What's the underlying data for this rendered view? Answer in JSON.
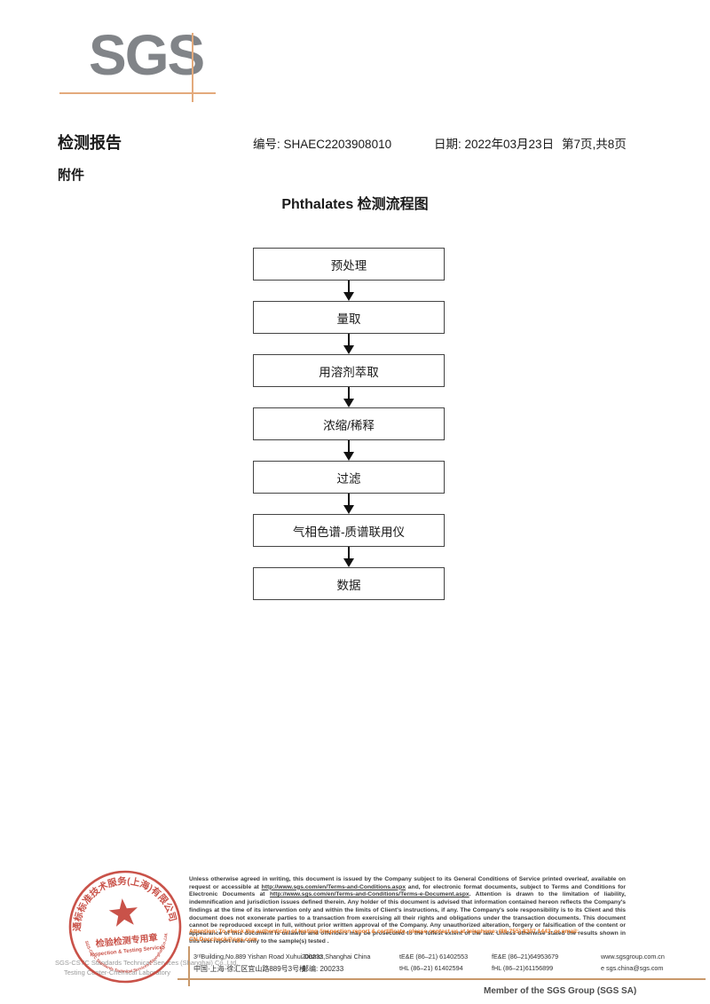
{
  "logo": {
    "text": "SGS"
  },
  "header": {
    "report_title": "检测报告",
    "report_no": "编号: SHAEC2203908010",
    "date": "日期: 2022年03月23日",
    "page_info": "第7页,共8页",
    "attachment_label": "附件"
  },
  "flowchart": {
    "title": "Phthalates 检测流程图",
    "steps": [
      {
        "label": "预处理"
      },
      {
        "label": "量取"
      },
      {
        "label": "用溶剂萃取"
      },
      {
        "label": "浓缩/稀释"
      },
      {
        "label": "过滤"
      },
      {
        "label": "气相色谱-质谱联用仪"
      },
      {
        "label": "数据"
      }
    ]
  },
  "stamp": {
    "arc_top": "通标标准技术服务(上海)有限公司",
    "arc_bottom": "SGS-CSTC Standards Technical Services (Shanghai) Co.,Ltd.",
    "center_cn": "检验检测专用章",
    "center_en": "Inspection & Testing Services",
    "company_line1": "SGS-CSTC Standards Technical Services (Shanghai) Co.,Ltd.",
    "company_line2": "Testing Center-Chemical Laboratory",
    "color": "#c5443a"
  },
  "legal": {
    "d1": "Unless otherwise agreed in writing, this document is issued by the Company subject to its General Conditions of Service printed overleaf, available on request or accessible at ",
    "url1": "http://www.sgs.com/en/Terms-and-Conditions.aspx",
    "d2": " and, for electronic format documents, subject to Terms and Conditions for Electronic Documents at ",
    "url2": "http://www.sgs.com/en/Terms-and-Conditions/Terms-e-Document.aspx",
    "d3": ". Attention is drawn to the limitation of liability, indemnification and jurisdiction issues defined therein. Any holder of this document is advised that information contained hereon reflects the Company's findings at the time of its intervention only and within the limits of Client's instructions, if any. The Company's sole responsibility is to its Client and this document does not exonerate parties to a transaction from exercising all their rights and obligations under the transaction documents. This document cannot be reproduced except in full, without prior written approval of the Company. Any unauthorized alteration, forgery or falsification of the content or appearance of this document is unlawful and offenders may be prosecuted to the fullest extent of the law. Unless otherwise stated the results shown in this test report refer only to the sample(s) tested .",
    "attention": "Attention: To check the authenticity of testing /inspection report & certificate, please contact us at telephone: (86-755) 8307 1443, or email: CN.Doccheck@sgs.com"
  },
  "address": {
    "en_line": "3ʳᵈBuilding,No.889 Yishan Road Xuhui District,Shanghai China",
    "en_postcode": "200233",
    "tel_en": "tE&E (86–21) 61402553",
    "fax_en": "fE&E (86–21)64953679",
    "web": "www.sgsgroup.com.cn",
    "cn_line": "中国·上海·徐汇区宜山路889号3号楼",
    "cn_post": "邮编: 200233",
    "tel_cn": "tHL (86–21) 61402594",
    "fax_cn": "fHL (86–21)61156899",
    "email": "e  sgs.china@sgs.com"
  },
  "footer": {
    "member": "Member of the SGS Group (SGS SA)"
  },
  "colors": {
    "accent_orange_line": "#e3aa7c",
    "attention_orange": "#e87722",
    "stamp_red": "#c5443a",
    "logo_gray": "#818488"
  }
}
